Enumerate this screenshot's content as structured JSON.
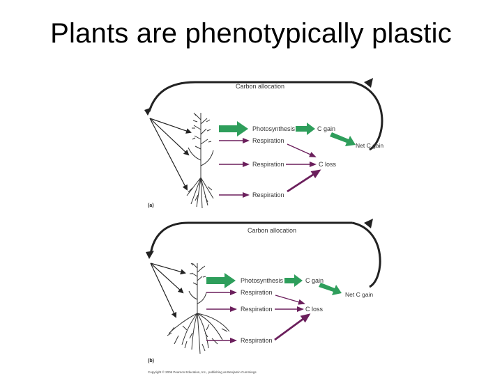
{
  "slide": {
    "title": "Plants are phenotypically plastic"
  },
  "panel_a": {
    "tag": "(a)",
    "carbon_allocation": "Carbon allocation",
    "photosynthesis": "Photosynthesis",
    "respiration_1": "Respiration",
    "respiration_2": "Respiration",
    "respiration_3": "Respiration",
    "c_gain": "C gain",
    "c_loss": "C loss",
    "net_c_gain": "Net C gain"
  },
  "panel_b": {
    "tag": "(b)",
    "carbon_allocation": "Carbon allocation",
    "photosynthesis": "Photosynthesis",
    "respiration_1": "Respiration",
    "respiration_2": "Respiration",
    "respiration_3": "Respiration",
    "c_gain": "C gain",
    "c_loss": "C loss",
    "net_c_gain": "Net C gain"
  },
  "copyright": "Copyright © 2006 Pearson Education, Inc., publishing as Benjamin Cummings",
  "colors": {
    "photosynthesis_arrow": "#2e9e5b",
    "respiration_arrow": "#6b1f5c",
    "allocation_arrow": "#222222"
  },
  "icons": [
    "grass-plant-icon",
    "root-system-icon"
  ]
}
